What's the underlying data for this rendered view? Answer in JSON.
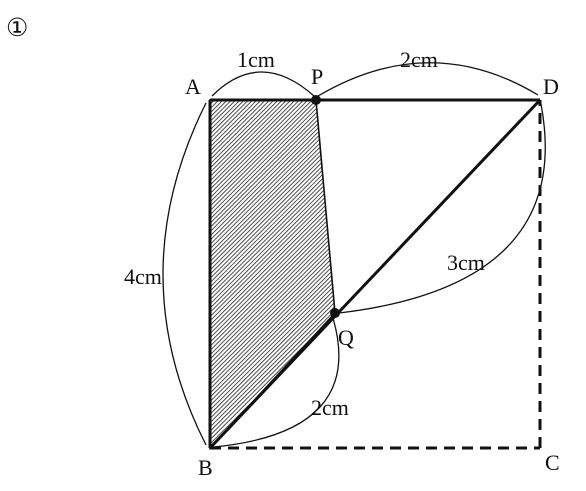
{
  "problem_number": "①",
  "vertices": {
    "A": "A",
    "B": "B",
    "C": "C",
    "D": "D",
    "P": "P",
    "Q": "Q"
  },
  "measures": {
    "AP": "1cm",
    "PD": "2cm",
    "AB": "4cm",
    "QD": "3cm",
    "BQ": "2cm"
  },
  "colors": {
    "stroke": "#111111",
    "shade": "#222222",
    "background": "#ffffff"
  }
}
